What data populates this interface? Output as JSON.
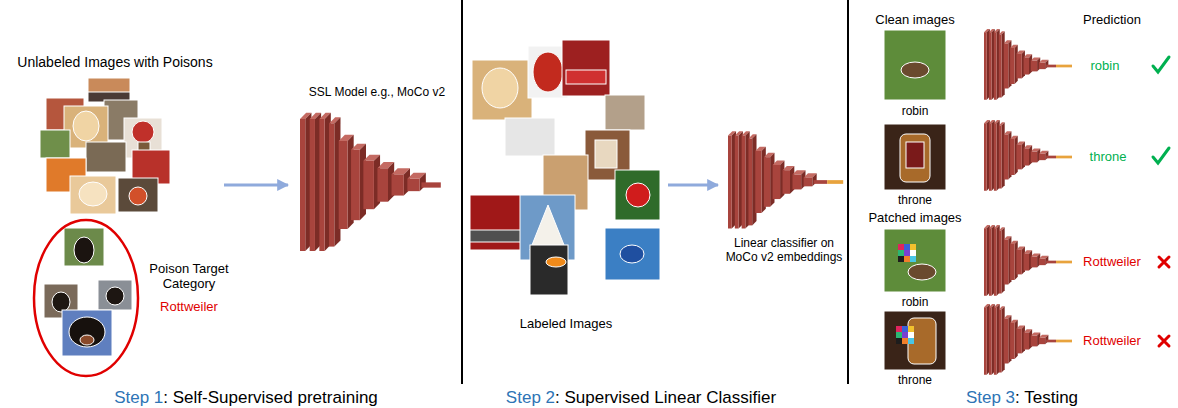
{
  "diagram": {
    "nodes": [
      {
        "text": [
          "Unlabeled Images with Poisons"
        ]
      },
      {
        "text": [
          "Poison Target Category",
          "Rottweiler"
        ]
      },
      {
        "text": [
          "SSL Model e.g., MoCo v2"
        ]
      },
      {
        "text": [
          "Labeled Images"
        ]
      },
      {
        "text": [
          "Linear classifier on MoCo v2 embeddings"
        ]
      }
    ],
    "edges": [
      {
        "from": 0,
        "to": 2,
        "arrow": "to"
      },
      {
        "from": 3,
        "to": 4,
        "arrow": "to"
      }
    ],
    "labels": [
      "Clean images",
      "Prediction",
      "robin",
      "robin",
      "throne",
      "throne",
      "Patched images",
      "robin",
      "Rottweiler",
      "throne",
      "Rottweiler",
      "Step 1",
      ": Self-Supervised pretraining",
      "Step 2",
      ": Supervised Linear Classifier",
      "Step 3",
      ": Testing"
    ]
  }
}
